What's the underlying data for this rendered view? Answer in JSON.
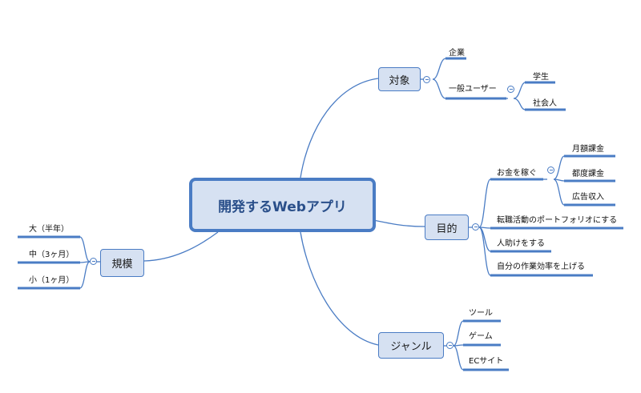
{
  "colors": {
    "line": "#4a7cc4",
    "node_fill": "#d6e1f2",
    "central_text": "#2a4f8a"
  },
  "central": {
    "label": "開発するWebアプリ"
  },
  "branches": {
    "target": {
      "label": "対象",
      "items": {
        "company": "企業",
        "general_user": "一般ユーザー",
        "student": "学生",
        "working_adult": "社会人"
      }
    },
    "purpose": {
      "label": "目的",
      "items": {
        "earn_money": "お金を稼ぐ",
        "monthly_billing": "月額課金",
        "pay_per_use": "都度課金",
        "ad_revenue": "広告収入",
        "job_change": "転職活動のポートフォリオにする",
        "help_people": "人助けをする",
        "efficiency": "自分の作業効率を上げる"
      }
    },
    "genre": {
      "label": "ジャンル",
      "items": {
        "tool": "ツール",
        "game": "ゲーム",
        "ec": "ECサイト"
      }
    },
    "scale": {
      "label": "規模",
      "items": {
        "large": "大（半年）",
        "medium": "中（3ヶ月）",
        "small": "小（1ヶ月）"
      }
    }
  }
}
